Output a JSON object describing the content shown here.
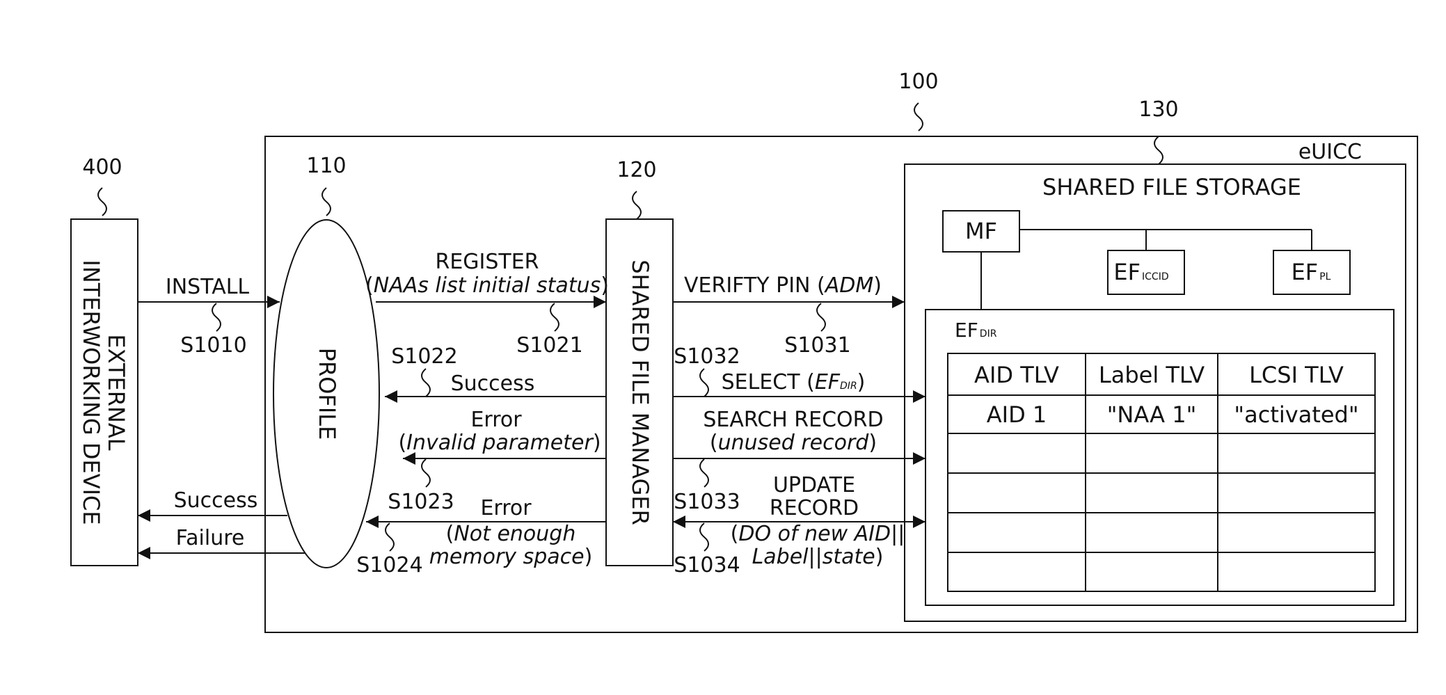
{
  "refs": {
    "r100": "100",
    "r110": "110",
    "r120": "120",
    "r130": "130",
    "r400": "400"
  },
  "components": {
    "euicc": "eUICC",
    "storage_title": "SHARED FILE STORAGE",
    "external_line1": "EXTERNAL",
    "external_line2": "INTERWORKING DEVICE",
    "profile": "PROFILE",
    "sfm": "SHARED FILE MANAGER",
    "mf": "MF",
    "ef_main": "EF",
    "ef_iccid_sub": "ICCID",
    "ef_pl_sub": "PL",
    "ef_dir_sub": "DIR"
  },
  "messages": {
    "install": "INSTALL",
    "register": "REGISTER",
    "register_param": "NAAs list initial status",
    "verify_pin": "VERIFTY PIN",
    "verify_param": "ADM",
    "success": "Success",
    "select": "SELECT",
    "error1": "Error",
    "error1_param": "Invalid parameter",
    "search": "SEARCH RECORD",
    "search_param": "unused record",
    "error2": "Error",
    "error2_param1": "Not enough",
    "error2_param2": "memory space",
    "update1": "UPDATE",
    "update2": "RECORD",
    "update_param1": "DO of new AID",
    "update_param2": "Label",
    "update_param3": "state",
    "ext_success": "Success",
    "ext_failure": "Failure"
  },
  "steps": {
    "s1010": "S1010",
    "s1021": "S1021",
    "s1022": "S1022",
    "s1023": "S1023",
    "s1024": "S1024",
    "s1031": "S1031",
    "s1032": "S1032",
    "s1033": "S1033",
    "s1034": "S1034"
  },
  "table": {
    "headers": [
      "AID TLV",
      "Label TLV",
      "LCSI TLV"
    ],
    "rows": [
      [
        "AID 1",
        "\"NAA 1\"",
        "\"activated\""
      ],
      [
        "",
        "",
        ""
      ],
      [
        "",
        "",
        ""
      ],
      [
        "",
        "",
        ""
      ],
      [
        "",
        "",
        ""
      ]
    ]
  }
}
